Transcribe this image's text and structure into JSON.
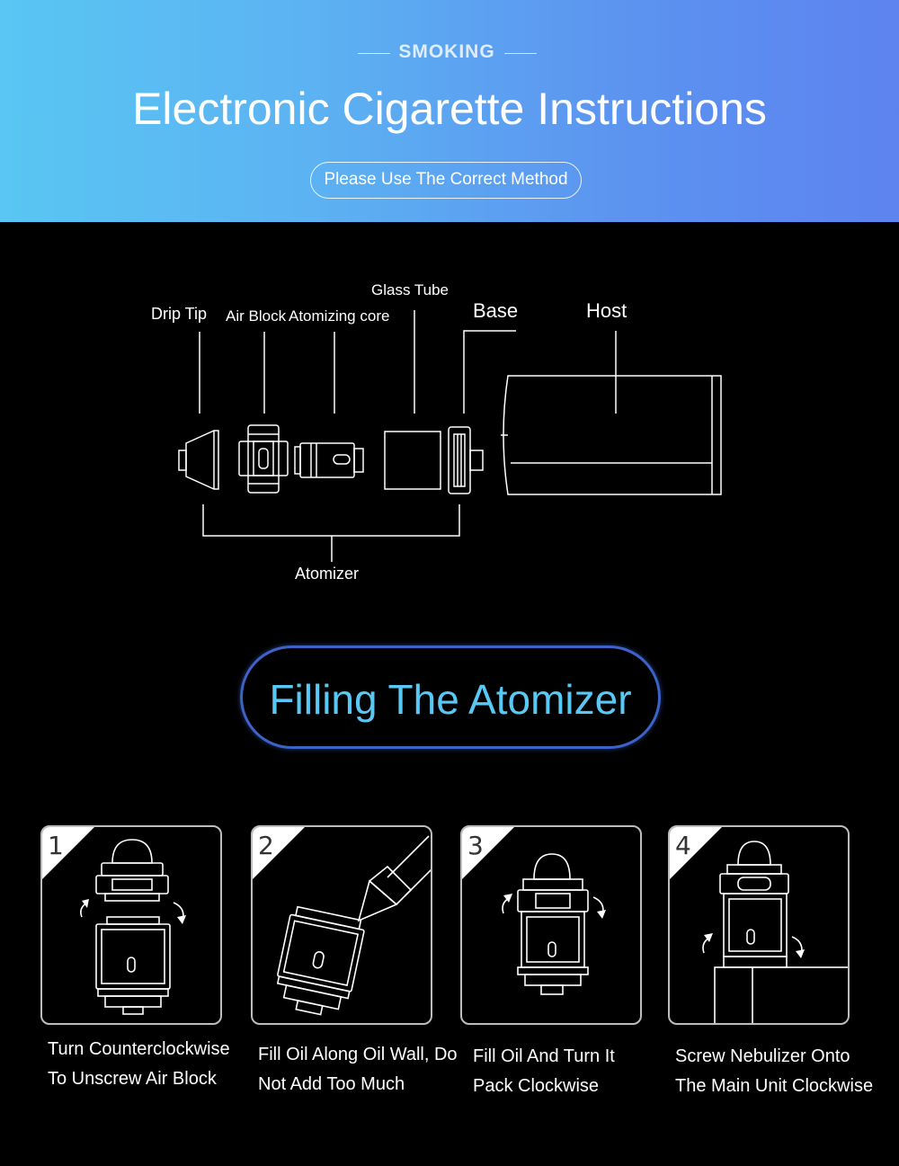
{
  "header": {
    "eyebrow": "SMOKING",
    "title": "Electronic Cigarette Instructions",
    "pill": "Please Use The Correct Method"
  },
  "diagram": {
    "labels": {
      "drip_tip": "Drip Tip",
      "air_block": "Air Block",
      "atomizing_core": "Atomizing core",
      "glass_tube": "Glass Tube",
      "base": "Base",
      "host": "Host",
      "atomizer": "Atomizer"
    }
  },
  "filling": {
    "title": "Filling The Atomizer"
  },
  "steps": [
    {
      "number": "1",
      "line1": "Turn Counterclockwise",
      "line2": "To Unscrew  Air Block"
    },
    {
      "number": "2",
      "line1": "Fill Oil Along Oil Wall, Do",
      "line2": "Not Add Too Much"
    },
    {
      "number": "3",
      "line1": "Fill Oil And Turn It",
      "line2": "Pack Clockwise"
    },
    {
      "number": "4",
      "line1": "Screw Nebulizer Onto",
      "line2": "The Main Unit Clockwise"
    }
  ],
  "colors": {
    "header_gradient_start": "#59c6f3",
    "header_gradient_end": "#5d83ef",
    "title_accent": "#5ac8f4",
    "title_border": "#3d63c9",
    "background": "#000000"
  }
}
